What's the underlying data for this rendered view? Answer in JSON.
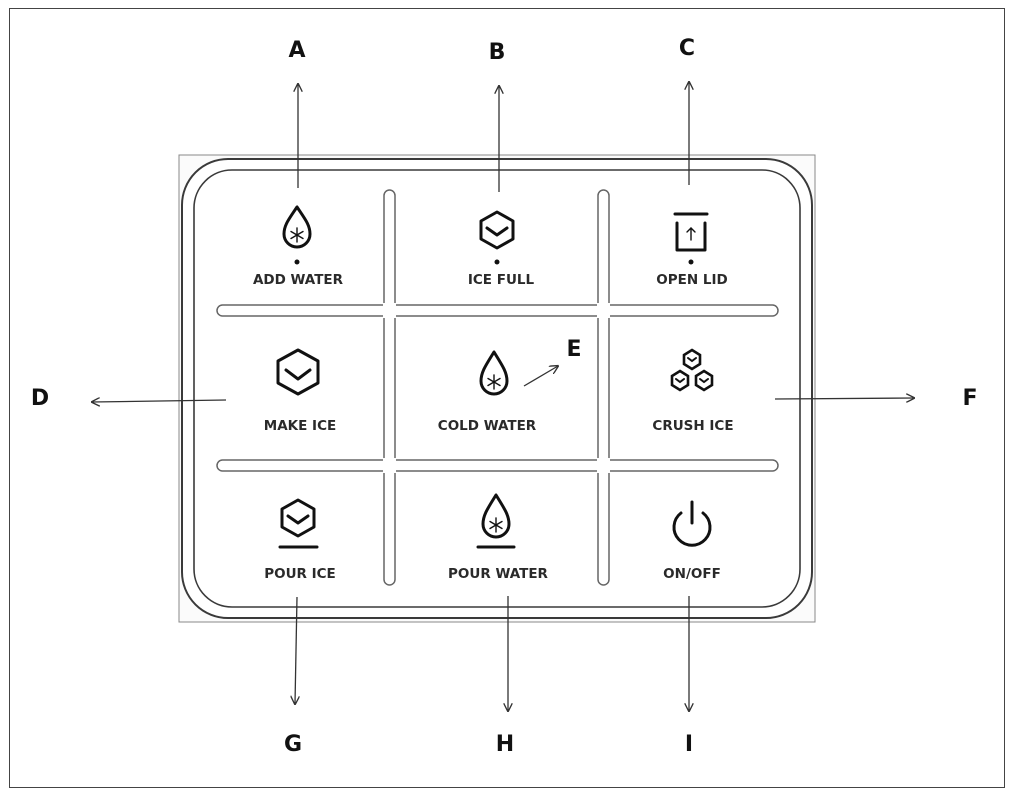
{
  "callouts": [
    "A",
    "B",
    "C",
    "D",
    "E",
    "F",
    "G",
    "H",
    "I"
  ],
  "buttons": [
    {
      "label": "ADD WATER",
      "icon": "water-drop-snowflake-icon"
    },
    {
      "label": "ICE FULL",
      "icon": "ice-cube-icon"
    },
    {
      "label": "OPEN LID",
      "icon": "open-lid-icon"
    },
    {
      "label": "MAKE ICE",
      "icon": "ice-cube-icon"
    },
    {
      "label": "COLD WATER",
      "icon": "water-drop-snowflake-icon"
    },
    {
      "label": "CRUSH ICE",
      "icon": "crushed-ice-cubes-icon"
    },
    {
      "label": "POUR ICE",
      "icon": "ice-cube-on-tray-icon"
    },
    {
      "label": "POUR WATER",
      "icon": "water-drop-on-tray-icon"
    },
    {
      "label": "ON/OFF",
      "icon": "power-icon"
    }
  ]
}
